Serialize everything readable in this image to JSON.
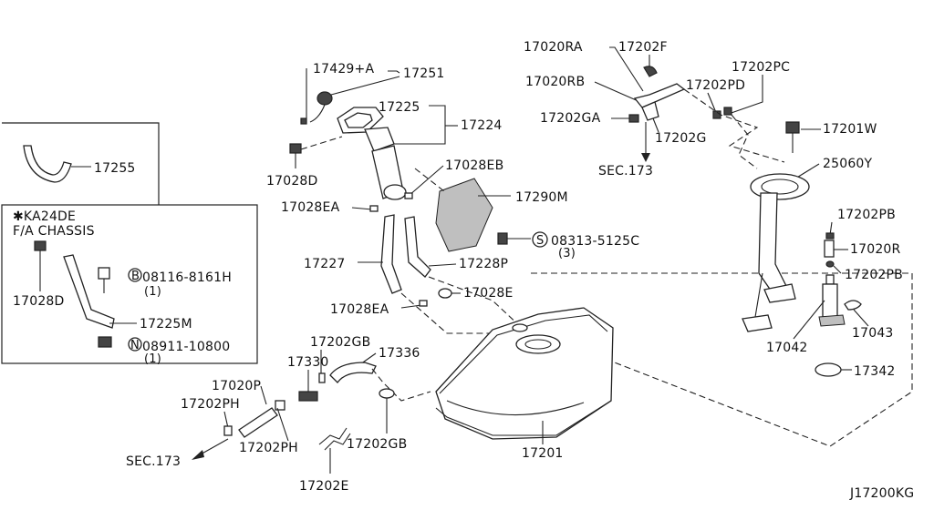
{
  "parts": {
    "p17429A": "17429+A",
    "p17251": "17251",
    "p17225": "17225",
    "p17224": "17224",
    "p17028D_top": "17028D",
    "p17028EB": "17028EB",
    "p17028EA_top": "17028EA",
    "p17290M": "17290M",
    "p08313": "08313-5125C",
    "p08313_s": "S",
    "p08313_qty": "(3)",
    "p17227": "17227",
    "p17228P": "17228P",
    "p17028E": "17028E",
    "p17028EA_bot": "17028EA",
    "p17255": "17255",
    "p17028D_box": "17028D",
    "p08116": "08116-8161H",
    "p08116_b": "B",
    "p08116_qty": "(1)",
    "p17225M": "17225M",
    "p08911": "08911-10800",
    "p08911_n": "N",
    "p08911_qty": "(1)",
    "p17020RA": "17020RA",
    "p17202F": "17202F",
    "p17202PC": "17202PC",
    "p17020RB": "17020RB",
    "p17202PD": "17202PD",
    "p17202GA": "17202GA",
    "p17202G": "17202G",
    "sec173_top": "SEC.173",
    "p17201W": "17201W",
    "p25060Y": "25060Y",
    "p17202PB_1": "17202PB",
    "p17020R": "17020R",
    "p17202PB_2": "17202PB",
    "p17042": "17042",
    "p17043": "17043",
    "p17342": "17342",
    "p17202GB_1": "17202GB",
    "p17336": "17336",
    "p17330": "17330",
    "p17020P": "17020P",
    "p17202PH_1": "17202PH",
    "p17202PH_2": "17202PH",
    "sec173_bot": "SEC.173",
    "p17202GB_2": "17202GB",
    "p17201": "17201",
    "p17202E": "17202E"
  },
  "variant_box": {
    "line1": "✱KA24DE",
    "line2": "F/A CHASSIS"
  },
  "diagram_code": "J17200KG"
}
